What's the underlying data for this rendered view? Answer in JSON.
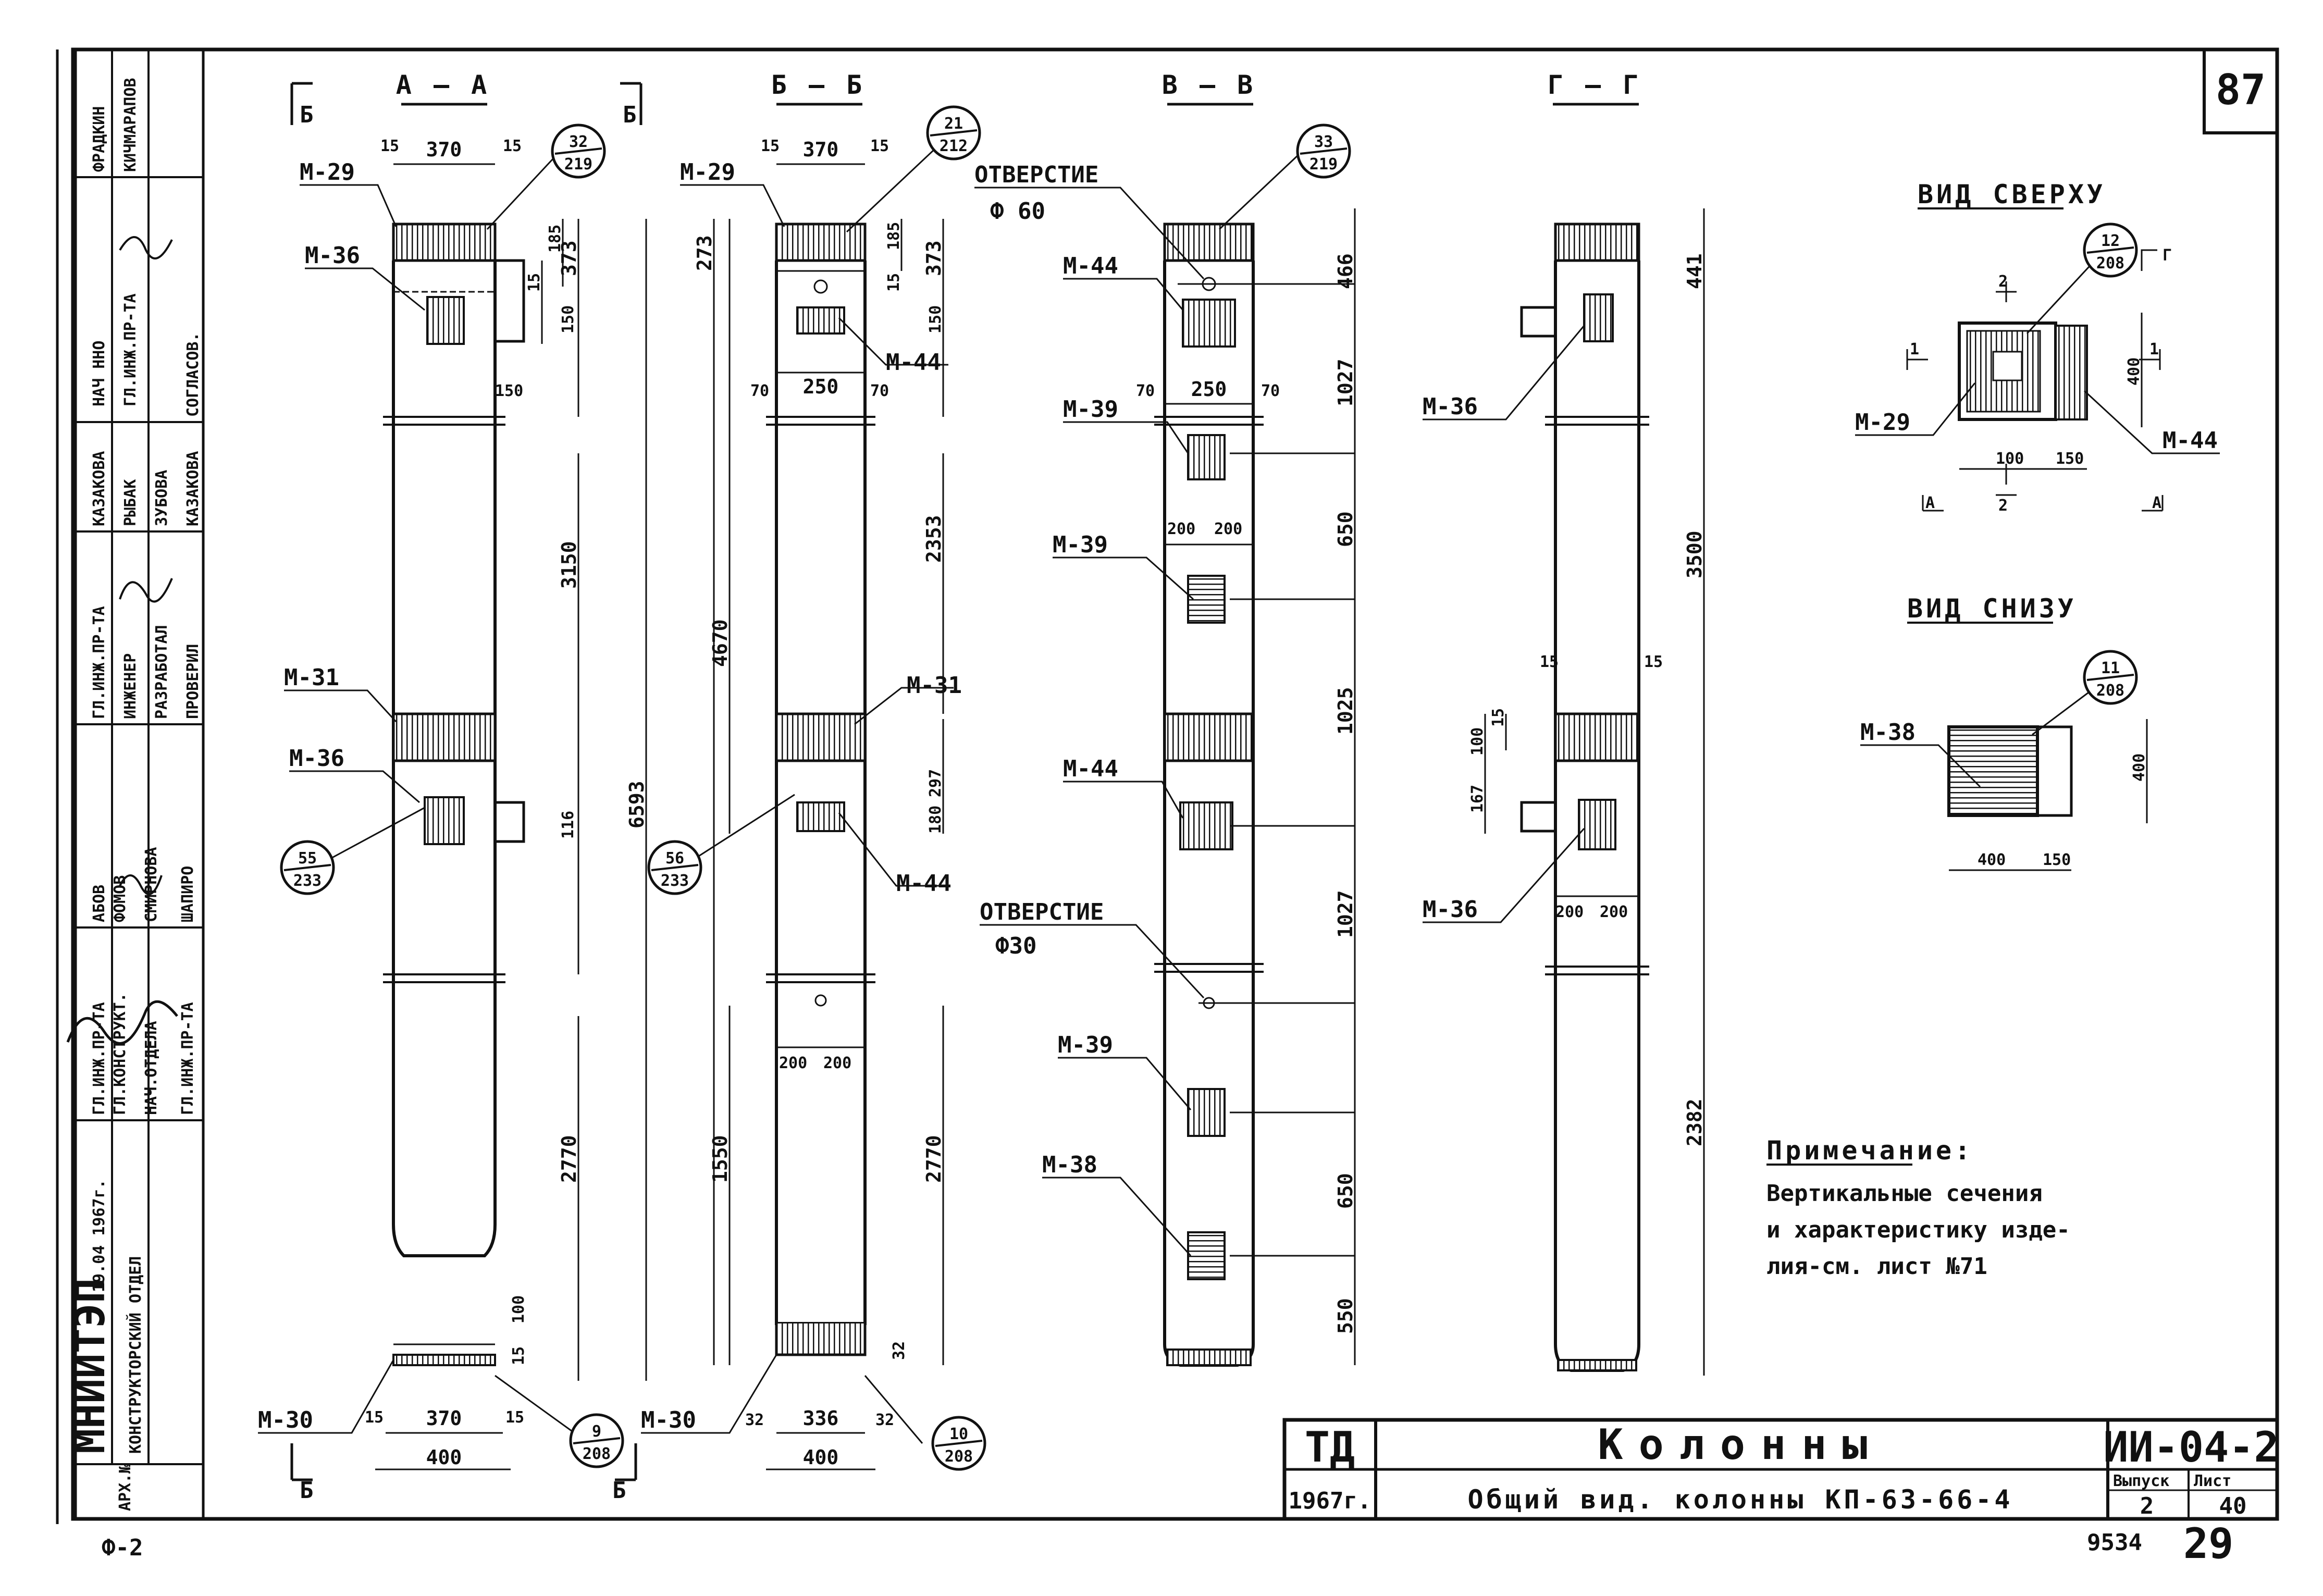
{
  "sheet_number": "87",
  "sections": {
    "aa": "А — А",
    "bb": "Б — Б",
    "vv": "В — В",
    "gg": "Г — Г"
  },
  "cut_markers": {
    "b": "Б",
    "a": "А",
    "g": "Г",
    "one": "1",
    "two": "2"
  },
  "marks": {
    "m29": "М-29",
    "m36": "М-36",
    "m31": "М-31",
    "m30": "М-30",
    "m44": "М-44",
    "m39": "М-39",
    "m38": "М-38"
  },
  "callouts": {
    "c1": {
      "top": "32",
      "bottom": "219"
    },
    "c2": {
      "top": "21",
      "bottom": "212"
    },
    "c3": {
      "top": "33",
      "bottom": "219"
    },
    "c4": {
      "top": "55",
      "bottom": "233"
    },
    "c5": {
      "top": "56",
      "bottom": "233"
    },
    "c6": {
      "top": "9",
      "bottom": "208"
    },
    "c7": {
      "top": "10",
      "bottom": "208"
    },
    "c8": {
      "top": "12",
      "bottom": "208"
    },
    "c9": {
      "top": "11",
      "bottom": "208"
    }
  },
  "openings": {
    "top": "ОТВЕРСТИЕ",
    "d60": "Ф 60",
    "mid": "ОТВЕРСТИЕ",
    "d30": "Ф30"
  },
  "dims": {
    "aa_top_w": "370",
    "aa_top_l": "15",
    "aa_top_r": "15",
    "aa_185": "185",
    "aa_15a": "15",
    "aa_373": "373",
    "aa_150": "150",
    "aa_150h": "150",
    "aa_3150": "3150",
    "aa_6593": "6593",
    "aa_116": "116",
    "aa_2770": "2770",
    "aa_bot_15": "15",
    "aa_bot_100": "100",
    "aa_bot_15l": "15",
    "aa_bot_370": "370",
    "aa_bot_15r": "15",
    "aa_bot_400": "400",
    "bb_top_15": "15",
    "bb_top_370": "370",
    "bb_top_15r": "15",
    "bb_273": "273",
    "bb_185": "185",
    "bb_15": "15",
    "bb_373": "373",
    "bb_150": "150",
    "bb_70l": "70",
    "bb_250": "250",
    "bb_70r": "70",
    "bb_2353": "2353",
    "bb_4670": "4670",
    "bb_297": "297",
    "bb_180": "180",
    "bb_200l": "200",
    "bb_200r": "200",
    "bb_1550": "1550",
    "bb_2770": "2770",
    "bb_32": "32",
    "bb_bot_32l": "32",
    "bb_bot_336": "336",
    "bb_bot_32r": "32",
    "bb_bot_400": "400",
    "vv_466": "466",
    "vv_70l": "70",
    "vv_250": "250",
    "vv_70r": "70",
    "vv_1027": "1027",
    "vv_200l": "200",
    "vv_200r": "200",
    "vv_650": "650",
    "vv_1025": "1025",
    "vv_1027b": "1027",
    "vv_650b": "650",
    "vv_550": "550",
    "gg_441": "441",
    "gg_3500": "3500",
    "gg_15l": "15",
    "gg_15r": "15",
    "gg_15a": "15",
    "gg_100": "100",
    "gg_167": "167",
    "gg_200l": "200",
    "gg_200r": "200",
    "gg_2382": "2382",
    "top_400": "400",
    "top_100": "100",
    "top_150": "150",
    "bot_400": "400",
    "bot_400w": "400",
    "bot_150": "150"
  },
  "views": {
    "top": "ВИД СВЕРХУ",
    "bottom": "ВИД СНИЗУ"
  },
  "note": {
    "heading": "Примечание:",
    "line1": "Вертикальные сечения",
    "line2": "и характеристику изде-",
    "line3": "лия-см. лист №71"
  },
  "stamp": {
    "org": "МНИИТЭП",
    "dept": "КОНСТРУКТОРСКИЙ ОТДЕЛ",
    "date": "19.04 1967г.",
    "arch": "АРХ.№",
    "roles": [
      "ГЛ.ИНЖ.ПР-ТА",
      "ГЛ.КОНСТРУКТ.",
      "НАЧ.ОТДЕЛА",
      "ГЛ.ИНЖ.ПР-ТА",
      "ГЛ.ИНЖ.ПР-ТА",
      "ИНЖЕНЕР",
      "РАЗРАБОТАЛ",
      "ПРОВЕРИЛ"
    ],
    "names": [
      "АБОВ",
      "ФОМОВ",
      "СМИРНОВА",
      "ШАПИРО",
      "КАЗАКОВА",
      "РЫБАК",
      "ЗУБОВА",
      "КАЗАКОВА"
    ],
    "agreed": "СОГЛАСОВ.",
    "top_roles": [
      "НАЧ ННО",
      "ГЛ.ИНЖ.ПР-ТА"
    ],
    "top_names": [
      "ФРАДКИН",
      "КИЧМАРАПОВ"
    ]
  },
  "title_block": {
    "code": "ТД",
    "year": "1967г.",
    "title": "Колонны",
    "subtitle": "Общий вид. колонны КП-63-66-4",
    "doc": "ИИ-04-2",
    "issue_label": "Выпуск",
    "sheet_label": "Лист",
    "issue": "2",
    "sheet": "40",
    "foot_num": "9534",
    "foot_page": "29",
    "foot_left": "Ф-2"
  }
}
